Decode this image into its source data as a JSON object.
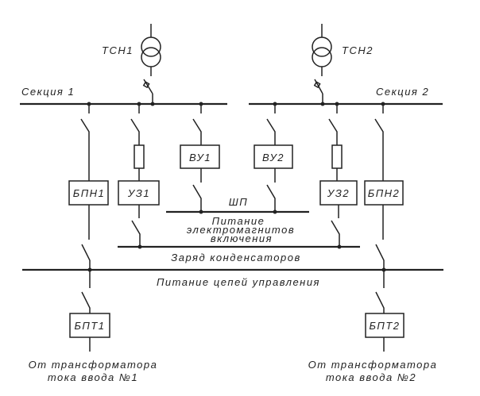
{
  "transformers": {
    "tsn1": "ТСН1",
    "tsn2": "ТСН2"
  },
  "sections": {
    "s1": "Секция 1",
    "s2": "Секция 2"
  },
  "blocks": {
    "bpn1": "БПН1",
    "uz1": "УЗ1",
    "vu1": "ВУ1",
    "vu2": "ВУ2",
    "uz2": "УЗ2",
    "bpn2": "БПН2",
    "bpt1": "БПТ1",
    "bpt2": "БПТ2"
  },
  "buses": {
    "shp": "ШП",
    "emag_1": "Питание",
    "emag_2": "электромагнитов",
    "emag_3": "включения",
    "charge": "Заряд конденсаторов",
    "control": "Питание цепей управления"
  },
  "sources": {
    "left_1": "От трансформатора",
    "left_2": "тока ввода №1",
    "right_1": "От трансформатора",
    "right_2": "тока ввода №2"
  }
}
